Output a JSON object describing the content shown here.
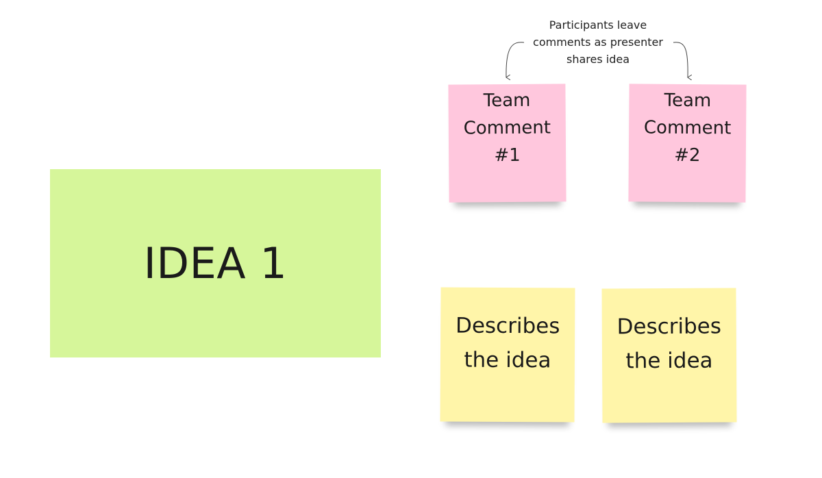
{
  "idea": {
    "title": "IDEA 1"
  },
  "caption": {
    "line1": "Participants leave",
    "line2": "comments as presenter",
    "line3": "shares idea"
  },
  "comments": [
    {
      "line1": "Team",
      "line2": "Comment",
      "line3": "#1"
    },
    {
      "line1": "Team",
      "line2": "Comment",
      "line3": "#2"
    }
  ],
  "descriptions": [
    {
      "line1": "Describes",
      "line2": "the idea"
    },
    {
      "line1": "Describes",
      "line2": "the idea"
    }
  ],
  "colors": {
    "idea": "#d6f69a",
    "comment": "#ffc7dd",
    "description": "#fff5a9",
    "connector": "#444444"
  }
}
